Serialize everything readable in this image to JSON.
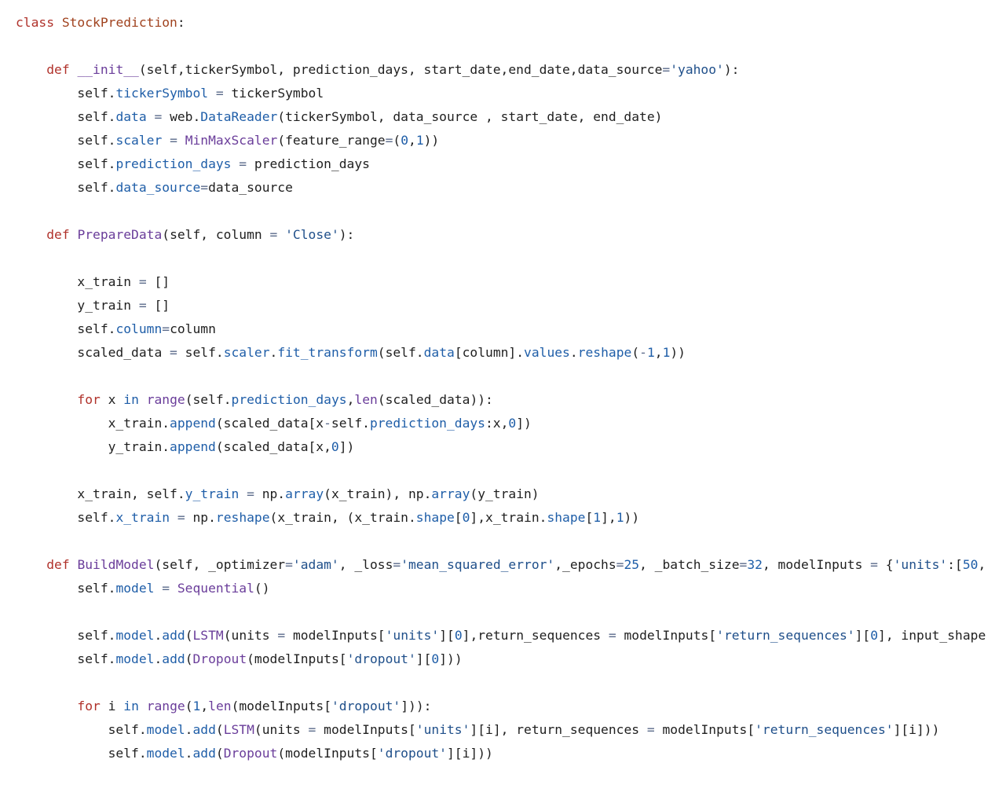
{
  "colors": {
    "background": "#ffffff",
    "plain": "#1f1f1f",
    "keyword": "#b0322b",
    "class_name": "#a0421e",
    "function": "#6a3d9a",
    "attribute": "#1f5ea8",
    "string": "#1f4f8a",
    "number": "#1f5ea8",
    "operator": "#5a6a8a"
  },
  "code_lines": [
    [
      [
        "kw",
        "class "
      ],
      [
        "cls",
        "StockPrediction"
      ],
      [
        "plain",
        ":"
      ]
    ],
    [],
    [
      [
        "plain",
        "    "
      ],
      [
        "kw",
        "def "
      ],
      [
        "fn",
        "__init__"
      ],
      [
        "plain",
        "(self,tickerSymbol, prediction_days, start_date,end_date,data_source"
      ],
      [
        "op",
        "="
      ],
      [
        "str",
        "'yahoo'"
      ],
      [
        "plain",
        "):"
      ]
    ],
    [
      [
        "plain",
        "        self."
      ],
      [
        "attr",
        "tickerSymbol"
      ],
      [
        "op",
        " = "
      ],
      [
        "plain",
        "tickerSymbol"
      ]
    ],
    [
      [
        "plain",
        "        self."
      ],
      [
        "attr",
        "data"
      ],
      [
        "op",
        " = "
      ],
      [
        "plain",
        "web."
      ],
      [
        "attr",
        "DataReader"
      ],
      [
        "plain",
        "(tickerSymbol, data_source , start_date, end_date)"
      ]
    ],
    [
      [
        "plain",
        "        self."
      ],
      [
        "attr",
        "scaler"
      ],
      [
        "op",
        " = "
      ],
      [
        "fn",
        "MinMaxScaler"
      ],
      [
        "plain",
        "(feature_range"
      ],
      [
        "op",
        "="
      ],
      [
        "plain",
        "("
      ],
      [
        "num",
        "0"
      ],
      [
        "plain",
        ","
      ],
      [
        "num",
        "1"
      ],
      [
        "plain",
        "))"
      ]
    ],
    [
      [
        "plain",
        "        self."
      ],
      [
        "attr",
        "prediction_days"
      ],
      [
        "op",
        " = "
      ],
      [
        "plain",
        "prediction_days"
      ]
    ],
    [
      [
        "plain",
        "        self."
      ],
      [
        "attr",
        "data_source"
      ],
      [
        "op",
        "="
      ],
      [
        "plain",
        "data_source"
      ]
    ],
    [],
    [
      [
        "plain",
        "    "
      ],
      [
        "kw",
        "def "
      ],
      [
        "fn",
        "PrepareData"
      ],
      [
        "plain",
        "(self, column "
      ],
      [
        "op",
        "="
      ],
      [
        "plain",
        " "
      ],
      [
        "str",
        "'Close'"
      ],
      [
        "plain",
        "):"
      ]
    ],
    [],
    [
      [
        "plain",
        "        x_train "
      ],
      [
        "op",
        "="
      ],
      [
        "plain",
        " []"
      ]
    ],
    [
      [
        "plain",
        "        y_train "
      ],
      [
        "op",
        "="
      ],
      [
        "plain",
        " []"
      ]
    ],
    [
      [
        "plain",
        "        self."
      ],
      [
        "attr",
        "column"
      ],
      [
        "op",
        "="
      ],
      [
        "plain",
        "column"
      ]
    ],
    [
      [
        "plain",
        "        scaled_data "
      ],
      [
        "op",
        "="
      ],
      [
        "plain",
        " self."
      ],
      [
        "attr",
        "scaler"
      ],
      [
        "plain",
        "."
      ],
      [
        "attr",
        "fit_transform"
      ],
      [
        "plain",
        "(self."
      ],
      [
        "attr",
        "data"
      ],
      [
        "plain",
        "[column]."
      ],
      [
        "attr",
        "values"
      ],
      [
        "plain",
        "."
      ],
      [
        "attr",
        "reshape"
      ],
      [
        "plain",
        "("
      ],
      [
        "op",
        "-"
      ],
      [
        "num",
        "1"
      ],
      [
        "plain",
        ","
      ],
      [
        "num",
        "1"
      ],
      [
        "plain",
        "))"
      ]
    ],
    [],
    [
      [
        "plain",
        "        "
      ],
      [
        "kw",
        "for"
      ],
      [
        "plain",
        " x "
      ],
      [
        "attr",
        "in"
      ],
      [
        "plain",
        " "
      ],
      [
        "fn",
        "range"
      ],
      [
        "plain",
        "(self."
      ],
      [
        "attr",
        "prediction_days"
      ],
      [
        "plain",
        ","
      ],
      [
        "fn",
        "len"
      ],
      [
        "plain",
        "(scaled_data)):"
      ]
    ],
    [
      [
        "plain",
        "            x_train."
      ],
      [
        "attr",
        "append"
      ],
      [
        "plain",
        "(scaled_data[x"
      ],
      [
        "op",
        "-"
      ],
      [
        "plain",
        "self."
      ],
      [
        "attr",
        "prediction_days"
      ],
      [
        "plain",
        ":x,"
      ],
      [
        "num",
        "0"
      ],
      [
        "plain",
        "])"
      ]
    ],
    [
      [
        "plain",
        "            y_train."
      ],
      [
        "attr",
        "append"
      ],
      [
        "plain",
        "(scaled_data[x,"
      ],
      [
        "num",
        "0"
      ],
      [
        "plain",
        "])"
      ]
    ],
    [],
    [
      [
        "plain",
        "        x_train, self."
      ],
      [
        "attr",
        "y_train"
      ],
      [
        "op",
        " = "
      ],
      [
        "plain",
        "np."
      ],
      [
        "attr",
        "array"
      ],
      [
        "plain",
        "(x_train), np."
      ],
      [
        "attr",
        "array"
      ],
      [
        "plain",
        "(y_train)"
      ]
    ],
    [
      [
        "plain",
        "        self."
      ],
      [
        "attr",
        "x_train"
      ],
      [
        "op",
        " = "
      ],
      [
        "plain",
        "np."
      ],
      [
        "attr",
        "reshape"
      ],
      [
        "plain",
        "(x_train, (x_train."
      ],
      [
        "attr",
        "shape"
      ],
      [
        "plain",
        "["
      ],
      [
        "num",
        "0"
      ],
      [
        "plain",
        "],x_train."
      ],
      [
        "attr",
        "shape"
      ],
      [
        "plain",
        "["
      ],
      [
        "num",
        "1"
      ],
      [
        "plain",
        "],"
      ],
      [
        "num",
        "1"
      ],
      [
        "plain",
        "))"
      ]
    ],
    [],
    [
      [
        "plain",
        "    "
      ],
      [
        "kw",
        "def "
      ],
      [
        "fn",
        "BuildModel"
      ],
      [
        "plain",
        "(self, _optimizer"
      ],
      [
        "op",
        "="
      ],
      [
        "str",
        "'adam'"
      ],
      [
        "plain",
        ", _loss"
      ],
      [
        "op",
        "="
      ],
      [
        "str",
        "'mean_squared_error'"
      ],
      [
        "plain",
        ",_epochs"
      ],
      [
        "op",
        "="
      ],
      [
        "num",
        "25"
      ],
      [
        "plain",
        ", _batch_size"
      ],
      [
        "op",
        "="
      ],
      [
        "num",
        "32"
      ],
      [
        "plain",
        ", modelInputs "
      ],
      [
        "op",
        "="
      ],
      [
        "plain",
        " {"
      ],
      [
        "str",
        "'units'"
      ],
      [
        "plain",
        ":["
      ],
      [
        "num",
        "50"
      ],
      [
        "plain",
        ","
      ]
    ],
    [
      [
        "plain",
        "        self."
      ],
      [
        "attr",
        "model"
      ],
      [
        "op",
        " = "
      ],
      [
        "fn",
        "Sequential"
      ],
      [
        "plain",
        "()"
      ]
    ],
    [],
    [
      [
        "plain",
        "        self."
      ],
      [
        "attr",
        "model"
      ],
      [
        "plain",
        "."
      ],
      [
        "attr",
        "add"
      ],
      [
        "plain",
        "("
      ],
      [
        "fn",
        "LSTM"
      ],
      [
        "plain",
        "(units "
      ],
      [
        "op",
        "="
      ],
      [
        "plain",
        " modelInputs["
      ],
      [
        "str",
        "'units'"
      ],
      [
        "plain",
        "]["
      ],
      [
        "num",
        "0"
      ],
      [
        "plain",
        "],return_sequences "
      ],
      [
        "op",
        "="
      ],
      [
        "plain",
        " modelInputs["
      ],
      [
        "str",
        "'return_sequences'"
      ],
      [
        "plain",
        "]["
      ],
      [
        "num",
        "0"
      ],
      [
        "plain",
        "], input_shape"
      ]
    ],
    [
      [
        "plain",
        "        self."
      ],
      [
        "attr",
        "model"
      ],
      [
        "plain",
        "."
      ],
      [
        "attr",
        "add"
      ],
      [
        "plain",
        "("
      ],
      [
        "fn",
        "Dropout"
      ],
      [
        "plain",
        "(modelInputs["
      ],
      [
        "str",
        "'dropout'"
      ],
      [
        "plain",
        "]["
      ],
      [
        "num",
        "0"
      ],
      [
        "plain",
        "]))"
      ]
    ],
    [],
    [
      [
        "plain",
        "        "
      ],
      [
        "kw",
        "for"
      ],
      [
        "plain",
        " i "
      ],
      [
        "attr",
        "in"
      ],
      [
        "plain",
        " "
      ],
      [
        "fn",
        "range"
      ],
      [
        "plain",
        "("
      ],
      [
        "num",
        "1"
      ],
      [
        "plain",
        ","
      ],
      [
        "fn",
        "len"
      ],
      [
        "plain",
        "(modelInputs["
      ],
      [
        "str",
        "'dropout'"
      ],
      [
        "plain",
        "])):"
      ]
    ],
    [
      [
        "plain",
        "            self."
      ],
      [
        "attr",
        "model"
      ],
      [
        "plain",
        "."
      ],
      [
        "attr",
        "add"
      ],
      [
        "plain",
        "("
      ],
      [
        "fn",
        "LSTM"
      ],
      [
        "plain",
        "(units "
      ],
      [
        "op",
        "="
      ],
      [
        "plain",
        " modelInputs["
      ],
      [
        "str",
        "'units'"
      ],
      [
        "plain",
        "][i], return_sequences "
      ],
      [
        "op",
        "="
      ],
      [
        "plain",
        " modelInputs["
      ],
      [
        "str",
        "'return_sequences'"
      ],
      [
        "plain",
        "][i]))"
      ]
    ],
    [
      [
        "plain",
        "            self."
      ],
      [
        "attr",
        "model"
      ],
      [
        "plain",
        "."
      ],
      [
        "attr",
        "add"
      ],
      [
        "plain",
        "("
      ],
      [
        "fn",
        "Dropout"
      ],
      [
        "plain",
        "(modelInputs["
      ],
      [
        "str",
        "'dropout'"
      ],
      [
        "plain",
        "][i]))"
      ]
    ]
  ]
}
